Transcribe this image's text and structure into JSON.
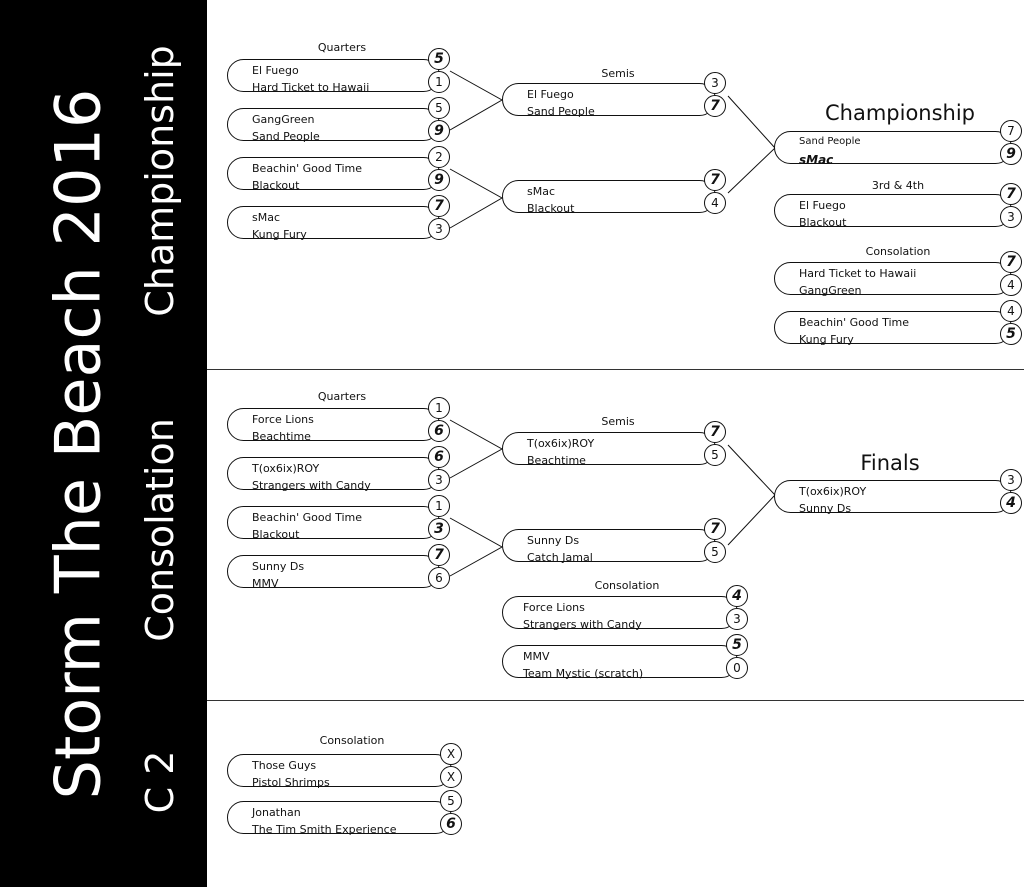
{
  "title": {
    "event": "Storm The Beach 2016",
    "section_championship": "Championship",
    "section_consolation": "Consolation",
    "section_c2": "C 2"
  },
  "championship": {
    "quarters_label": "Quarters",
    "semis_label": "Semis",
    "final_label": "Championship",
    "third_label": "3rd & 4th",
    "consolation_label": "Consolation",
    "quarters": [
      {
        "team1": "El Fuego",
        "score1": "5",
        "team2": "Hard Ticket to Hawaii",
        "score2": "1",
        "winner": 1
      },
      {
        "team1": "GangGreen",
        "score1": "5",
        "team2": "Sand People",
        "score2": "9",
        "winner": 2
      },
      {
        "team1": "Beachin' Good Time",
        "score1": "2",
        "team2": "Blackout",
        "score2": "9",
        "winner": 2
      },
      {
        "team1": "sMac",
        "score1": "7",
        "team2": "Kung Fury",
        "score2": "3",
        "winner": 1
      }
    ],
    "semis": [
      {
        "team1": "El Fuego",
        "score1": "3",
        "team2": "Sand People",
        "score2": "7",
        "winner": 2
      },
      {
        "team1": "sMac",
        "score1": "7",
        "team2": "Blackout",
        "score2": "4",
        "winner": 1
      }
    ],
    "final": {
      "team1": "Sand People",
      "score1": "7",
      "team2": "sMac",
      "score2": "9",
      "winner": 2
    },
    "third_fourth": {
      "team1": "El Fuego",
      "score1": "7",
      "team2": "Blackout",
      "score2": "3",
      "winner": 1
    },
    "consolation": [
      {
        "team1": "Hard Ticket to Hawaii",
        "score1": "7",
        "team2": "GangGreen",
        "score2": "4",
        "winner": 1
      },
      {
        "team1": "Beachin' Good Time",
        "score1": "4",
        "team2": "Kung Fury",
        "score2": "5",
        "winner": 2
      }
    ]
  },
  "consolation_bracket": {
    "quarters_label": "Quarters",
    "semis_label": "Semis",
    "final_label": "Finals",
    "consolation_label": "Consolation",
    "quarters": [
      {
        "team1": "Force Lions",
        "score1": "1",
        "team2": "Beachtime",
        "score2": "6",
        "winner": 2
      },
      {
        "team1": "T(ox6ix)ROY",
        "score1": "6",
        "team2": "Strangers with Candy",
        "score2": "3",
        "winner": 1
      },
      {
        "team1": "Beachin' Good Time",
        "score1": "1",
        "team2": "Blackout",
        "score2": "3",
        "winner": 2
      },
      {
        "team1": "Sunny Ds",
        "score1": "7",
        "team2": "MMV",
        "score2": "6",
        "winner": 1
      }
    ],
    "semis": [
      {
        "team1": "T(ox6ix)ROY",
        "score1": "7",
        "team2": "Beachtime",
        "score2": "5",
        "winner": 1
      },
      {
        "team1": "Sunny Ds",
        "score1": "7",
        "team2": "Catch Jamal",
        "score2": "5",
        "winner": 1
      }
    ],
    "final": {
      "team1": "T(ox6ix)ROY",
      "score1": "3",
      "team2": "Sunny Ds",
      "score2": "4",
      "winner": 2
    },
    "consolation": [
      {
        "team1": "Force Lions",
        "score1": "4",
        "team2": "Strangers with Candy",
        "score2": "3",
        "winner": 1
      },
      {
        "team1": "MMV",
        "score1": "5",
        "team2": "Team Mystic (scratch)",
        "score2": "0",
        "winner": 1
      }
    ]
  },
  "c2": {
    "consolation_label": "Consolation",
    "matches": [
      {
        "team1": "Those Guys",
        "score1": "X",
        "team2": "Pistol Shrimps",
        "score2": "X",
        "winner": 0
      },
      {
        "team1": "Jonathan",
        "score1": "5",
        "team2": "The Tim Smith Experience",
        "score2": "6",
        "winner": 2
      }
    ]
  }
}
